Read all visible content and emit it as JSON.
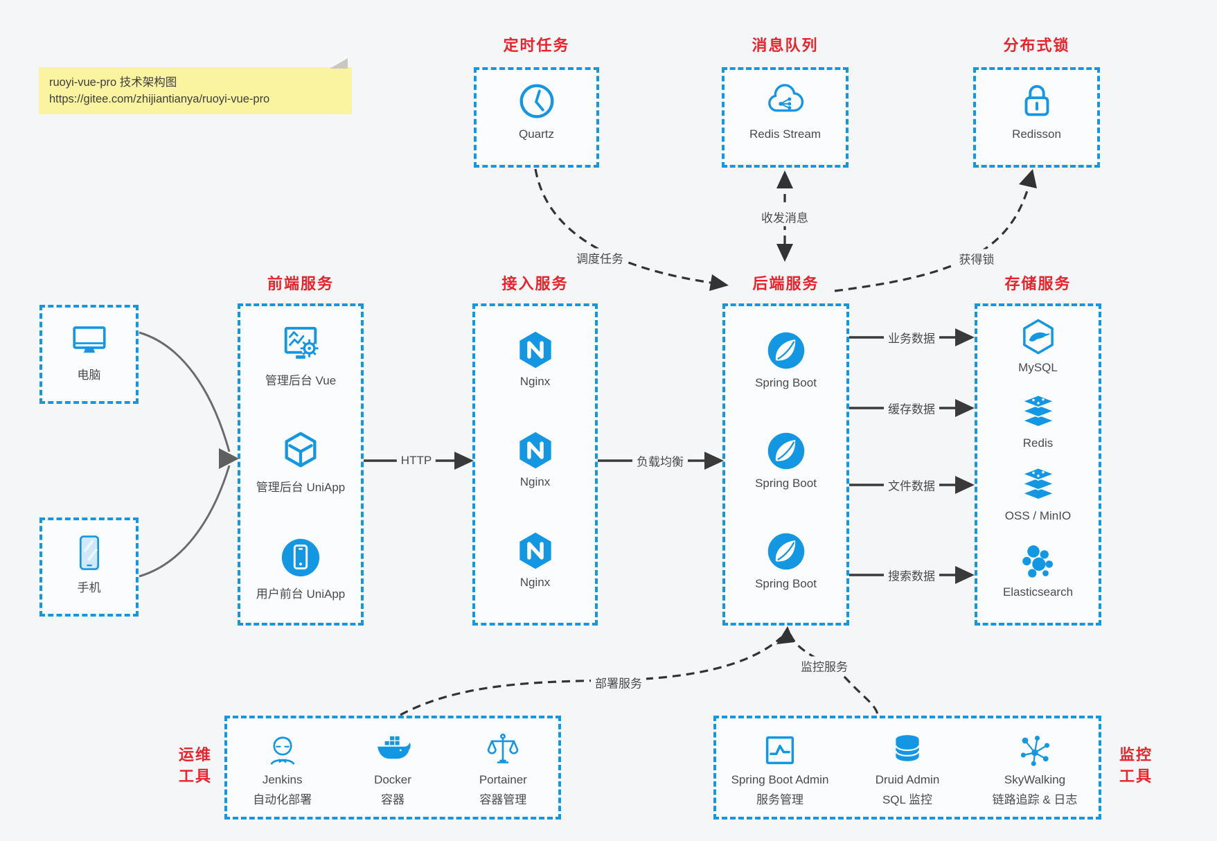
{
  "note": {
    "line1": "ruoyi-vue-pro 技术架构图",
    "line2": "https://gitee.com/zhijiantianya/ruoyi-vue-pro"
  },
  "colors": {
    "accent_blue": "#1497e3",
    "title_red": "#e8232b",
    "label_ink": "#4a4a4a",
    "arrow_dark": "#3a3a3a",
    "arrow_gray": "#6a6a6a",
    "note_yellow": "#faf3a0",
    "background": "#f5f6f7"
  },
  "clients": [
    {
      "label": "电脑",
      "icon": "desktop-icon"
    },
    {
      "label": "手机",
      "icon": "smartphone-icon"
    }
  ],
  "sections": {
    "scheduled": {
      "title": "定时任务",
      "items": [
        {
          "label": "Quartz",
          "icon": "clock-icon"
        }
      ]
    },
    "mq": {
      "title": "消息队列",
      "items": [
        {
          "label": "Redis Stream",
          "icon": "cloud-share-icon"
        }
      ]
    },
    "lock": {
      "title": "分布式锁",
      "items": [
        {
          "label": "Redisson",
          "icon": "lock-icon"
        }
      ]
    },
    "frontend": {
      "title": "前端服务",
      "items": [
        {
          "label": "管理后台 Vue",
          "icon": "admin-screen-gear-icon"
        },
        {
          "label": "管理后台 UniApp",
          "icon": "cube-icon"
        },
        {
          "label": "用户前台 UniApp",
          "icon": "phone-circle-icon"
        }
      ]
    },
    "gateway": {
      "title": "接入服务",
      "items": [
        {
          "label": "Nginx",
          "icon": "nginx-icon"
        },
        {
          "label": "Nginx",
          "icon": "nginx-icon"
        },
        {
          "label": "Nginx",
          "icon": "nginx-icon"
        }
      ]
    },
    "backend": {
      "title": "后端服务",
      "items": [
        {
          "label": "Spring Boot",
          "icon": "spring-icon"
        },
        {
          "label": "Spring Boot",
          "icon": "spring-icon"
        },
        {
          "label": "Spring Boot",
          "icon": "spring-icon"
        }
      ]
    },
    "storage": {
      "title": "存储服务",
      "items": [
        {
          "label": "MySQL",
          "icon": "mysql-icon"
        },
        {
          "label": "Redis",
          "icon": "redis-stack-icon"
        },
        {
          "label": "OSS / MinIO",
          "icon": "redis-stack-icon"
        },
        {
          "label": "Elasticsearch",
          "icon": "elasticsearch-icon"
        }
      ]
    },
    "devops": {
      "title": "运维工具",
      "title_lines": [
        "运维",
        "工具"
      ],
      "items": [
        {
          "label": "Jenkins",
          "sub": "自动化部署",
          "icon": "jenkins-icon"
        },
        {
          "label": "Docker",
          "sub": "容器",
          "icon": "docker-icon"
        },
        {
          "label": "Portainer",
          "sub": "容器管理",
          "icon": "scales-icon"
        }
      ]
    },
    "monitoring": {
      "title": "监控工具",
      "title_lines": [
        "监控",
        "工具"
      ],
      "items": [
        {
          "label": "Spring Boot Admin",
          "sub": "服务管理",
          "icon": "monitor-pulse-icon"
        },
        {
          "label": "Druid Admin",
          "sub": "SQL 监控",
          "icon": "database-icon"
        },
        {
          "label": "SkyWalking",
          "sub": "链路追踪 & 日志",
          "icon": "network-nodes-icon"
        }
      ]
    }
  },
  "connectors": {
    "http": "HTTP",
    "load_balance": "负载均衡",
    "business": "业务数据",
    "cache": "缓存数据",
    "file": "文件数据",
    "search": "搜索数据",
    "schedule": "调度任务",
    "messages": "收发消息",
    "lock": "获得锁",
    "deploy": "部署服务",
    "monitor": "监控服务"
  }
}
